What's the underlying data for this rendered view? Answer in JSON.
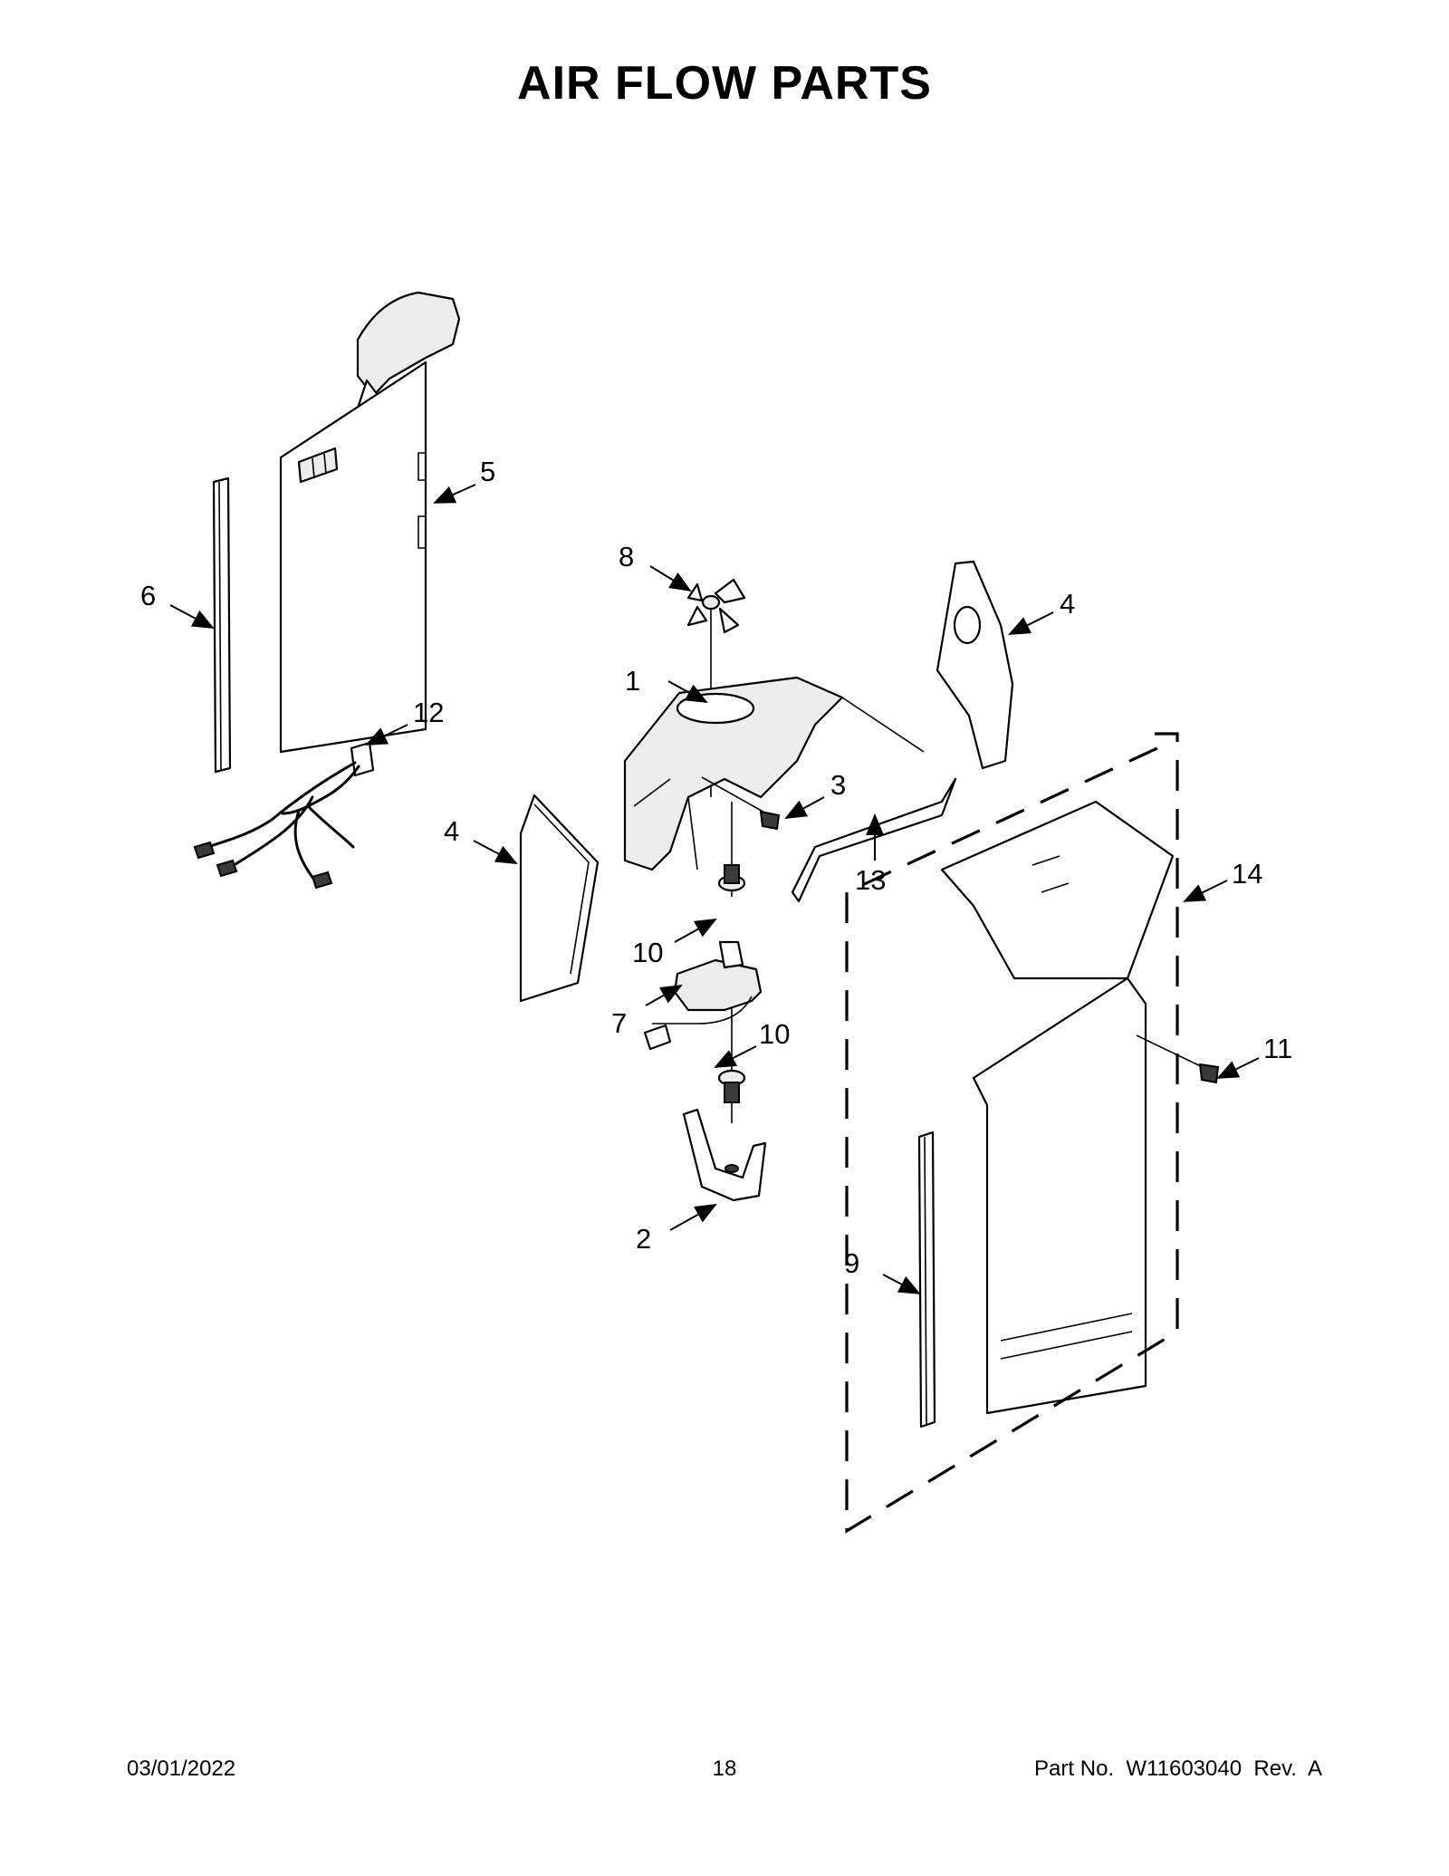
{
  "title": "AIR FLOW PARTS",
  "callouts": [
    {
      "id": "c1",
      "label": "1"
    },
    {
      "id": "c2",
      "label": "2"
    },
    {
      "id": "c3",
      "label": "3"
    },
    {
      "id": "c4a",
      "label": "4"
    },
    {
      "id": "c4b",
      "label": "4"
    },
    {
      "id": "c5",
      "label": "5"
    },
    {
      "id": "c6",
      "label": "6"
    },
    {
      "id": "c7",
      "label": "7"
    },
    {
      "id": "c8",
      "label": "8"
    },
    {
      "id": "c9",
      "label": "9"
    },
    {
      "id": "c10a",
      "label": "10"
    },
    {
      "id": "c10b",
      "label": "10"
    },
    {
      "id": "c11",
      "label": "11"
    },
    {
      "id": "c12",
      "label": "12"
    },
    {
      "id": "c13",
      "label": "13"
    },
    {
      "id": "c14",
      "label": "14"
    }
  ],
  "footer": {
    "date": "03/01/2022",
    "page": "18",
    "part_no": "Part No.  W11603040  Rev.  A"
  }
}
